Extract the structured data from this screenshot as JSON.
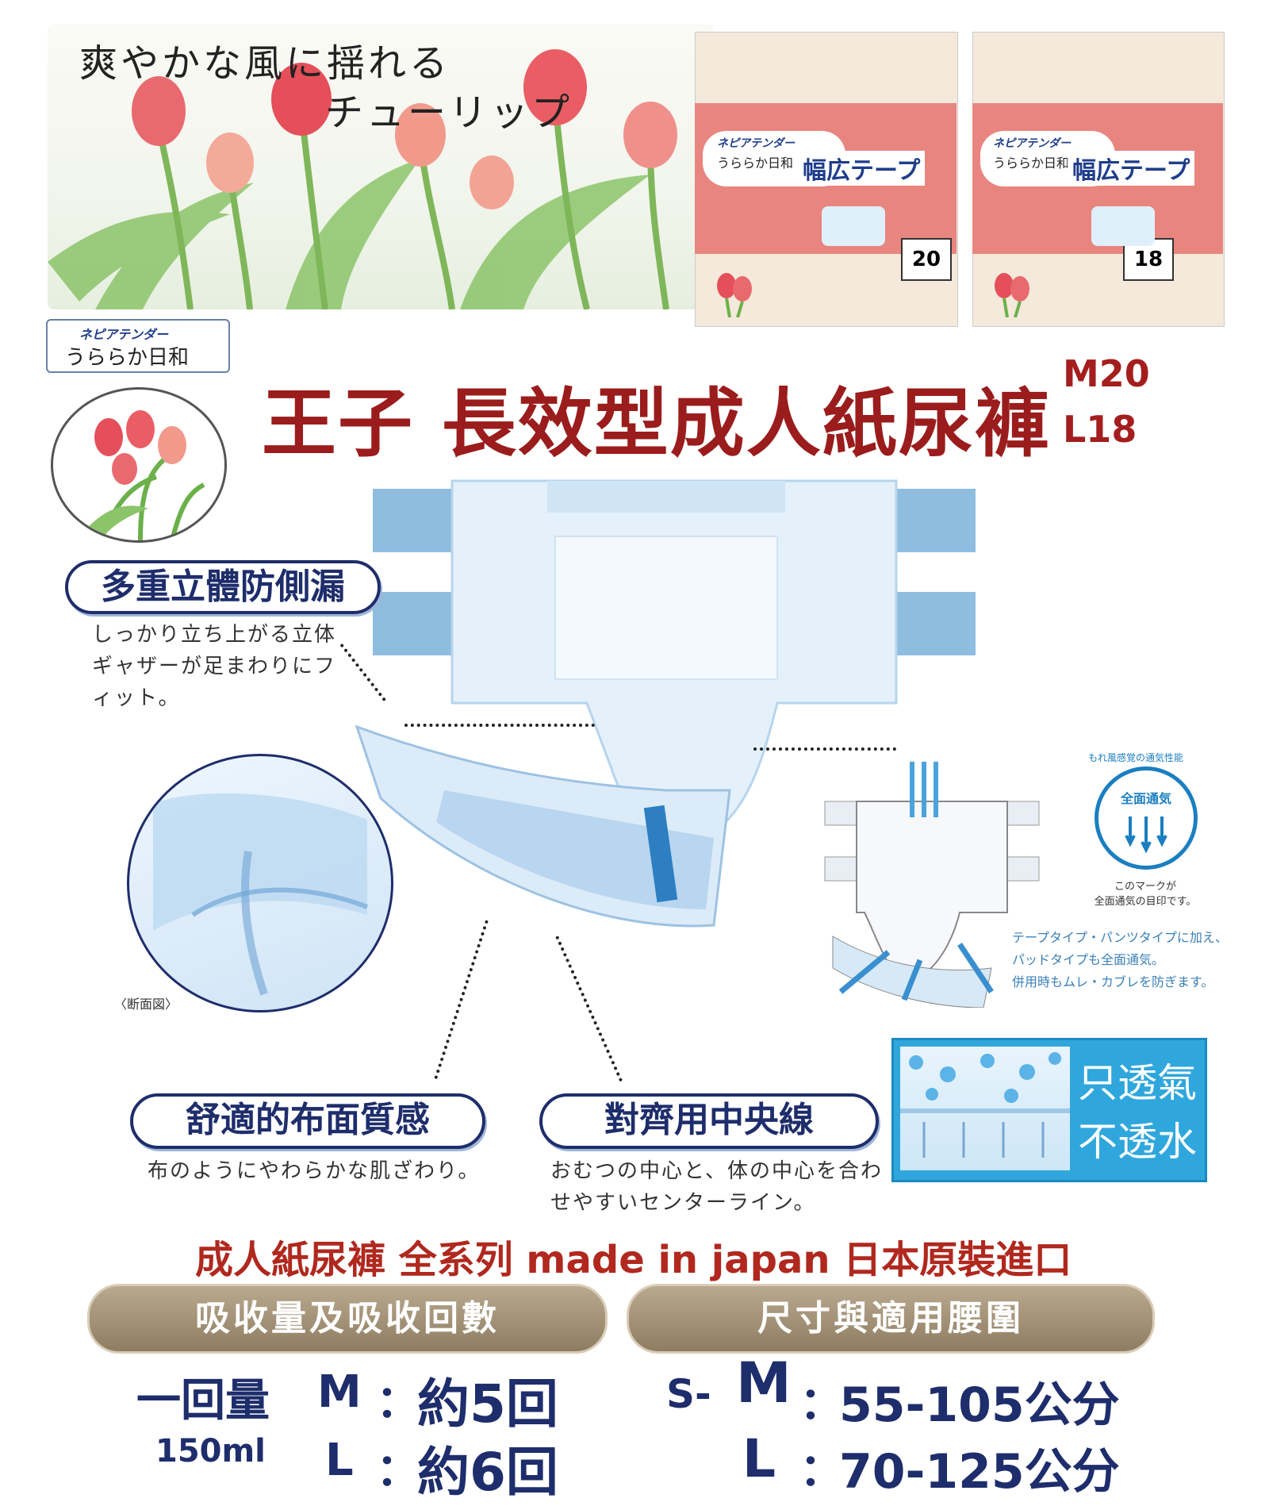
{
  "banner": {
    "tagline_line1": "爽やかな風に揺れる",
    "tagline_line2": "チューリップ"
  },
  "packages": [
    {
      "brand": "ネピアテンダー",
      "name": "うららか日和",
      "product": "幅広テープ",
      "count": "20"
    },
    {
      "brand": "ネピアテンダー",
      "name": "うららか日和",
      "product": "幅広テープ",
      "count": "18"
    }
  ],
  "brand_logo": {
    "line1": "ネピアテンダー",
    "line2": "うららか日和"
  },
  "title": "王子  長效型成人紙尿褲",
  "size_codes": [
    "M20",
    "L18"
  ],
  "features": [
    {
      "label": "多重立體防側漏",
      "desc": [
        "しっかり立ち上がる立体",
        "ギャザーが足まわりにフ",
        "ィット。"
      ]
    },
    {
      "label": "舒適的布面質感",
      "desc": [
        "布のようにやわらかな肌ざわり。"
      ]
    },
    {
      "label": "對齊用中央線",
      "desc": [
        "おむつの中心と、体の中心を合わ",
        "せやすいセンターライン。"
      ]
    }
  ],
  "cross_section_caption": "〈断面図〉",
  "breath_mark": {
    "arc_text": "もれ風感覚の通気性能",
    "badge": "全面通気",
    "note": [
      "このマークが",
      "全面通気の目印です。"
    ],
    "desc": [
      "テープタイプ・パンツタイプに加え、",
      "パッドタイプも全面通気。",
      "併用時もムレ・カブレを防ぎます。"
    ]
  },
  "permeable": {
    "line1": "只透氣",
    "line2": "不透水"
  },
  "origin_line": "成人紙尿褲  全系列  made  in  japan  日本原裝進口",
  "absorb": {
    "header": "吸收量及吸收回數",
    "per_label": "一回量",
    "per_value": "150ml",
    "rows": [
      {
        "size": "M",
        "sep": "：",
        "value": "約5回"
      },
      {
        "size": "L",
        "sep": "：",
        "value": "約6回"
      }
    ]
  },
  "sizes": {
    "header": "尺寸與適用腰圍",
    "rows": [
      {
        "prefix": "S-",
        "size": "M",
        "sep": "：",
        "range": "55-105公分"
      },
      {
        "prefix": "",
        "size": "L",
        "sep": "：",
        "range": "70-125公分"
      }
    ]
  },
  "colors": {
    "title_red": "#9b1c1c",
    "navy": "#1e2d6b",
    "sky": "#2fa7dc",
    "tan": "#a8967a"
  }
}
